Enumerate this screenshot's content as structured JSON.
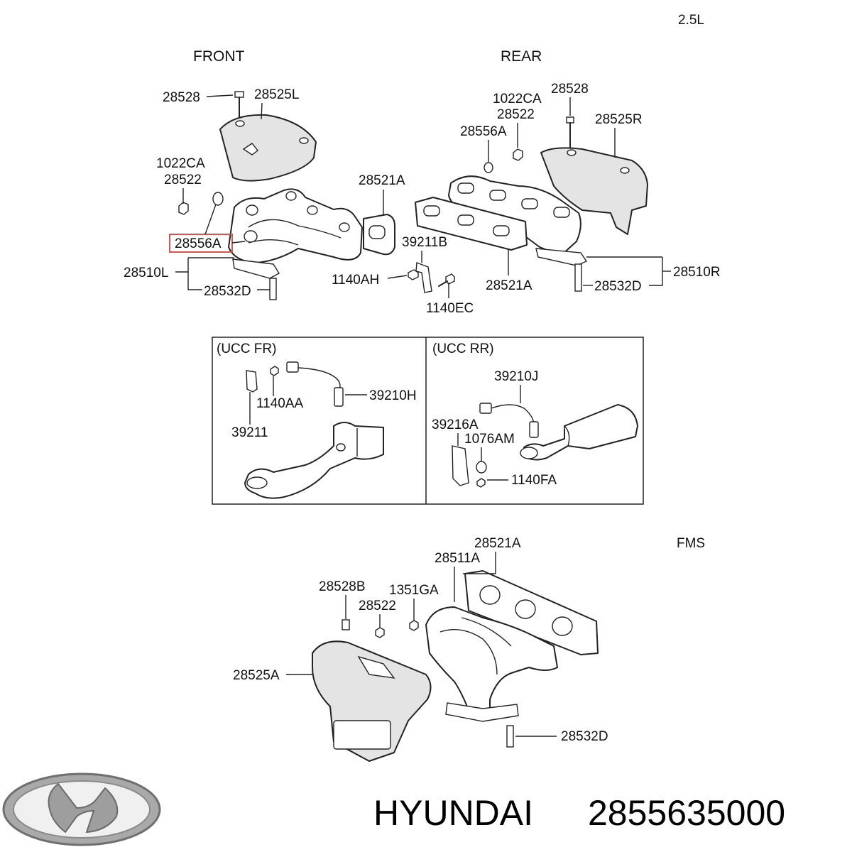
{
  "engine": "2.5L",
  "sections": {
    "front": "FRONT",
    "rear": "REAR",
    "ucc_front": "(UCC  FR)",
    "ucc_rear": "(UCC  RR)",
    "fms": "FMS"
  },
  "front_labels": {
    "bolt": "28528",
    "heat_shield": "28525L",
    "nut_code": "1022CA",
    "nut": "28522",
    "washer_highlighted": "28556A",
    "gasket": "28521A",
    "manifold": "28510L",
    "stud": "28532D"
  },
  "rear_labels": {
    "nut_code": "1022CA",
    "bolt": "28528",
    "nut": "28522",
    "washer": "28556A",
    "heat_shield": "28525R",
    "bracket": "39211B",
    "bolt_a": "1140AH",
    "gasket": "28521A",
    "bolt_b": "1140EC",
    "manifold": "28510R",
    "stud": "28532D"
  },
  "ucc_front_labels": {
    "bolt": "1140AA",
    "sensor": "39210H",
    "bracket": "39211"
  },
  "ucc_rear_labels": {
    "sensor": "39210J",
    "bracket": "39216A",
    "washer": "1076AM",
    "bolt": "1140FA"
  },
  "fms_labels": {
    "gasket": "28521A",
    "manifold": "28511A",
    "bolt": "28528B",
    "nut_code": "1351GA",
    "nut": "28522",
    "heat_shield": "28525A",
    "stud": "28532D"
  },
  "brand": {
    "name": "HYUNDAI",
    "part_number": "2855635000"
  },
  "colors": {
    "highlight": "#d9534f",
    "ink": "#222222"
  }
}
